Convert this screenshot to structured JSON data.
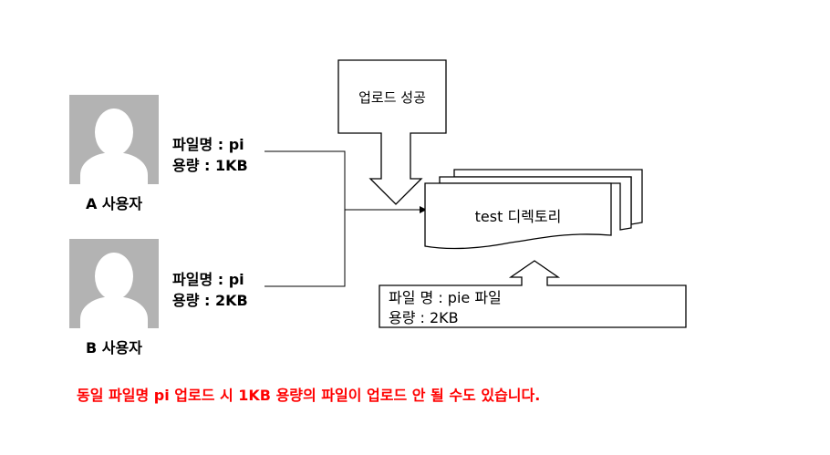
{
  "users": [
    {
      "name": "A 사용자",
      "file_name_line": "파일명 : pi",
      "size_line": "용량 : 1KB"
    },
    {
      "name": "B 사용자",
      "file_name_line": "파일명 : pi",
      "size_line": "용량 : 2KB"
    }
  ],
  "callout": {
    "label": "업로드 성공"
  },
  "directory": {
    "label": "test  디렉토리"
  },
  "stored_file": {
    "name_line": "파일 명 : pie 파일",
    "size_line": "용량 : 2KB"
  },
  "warning": {
    "text": "동일 파일명 pi 업로드 시 1KB 용량의 파일이 업로드 안 될 수도 있습니다."
  },
  "colors": {
    "avatar_bg": "#b3b3b3",
    "avatar_fg": "#ffffff",
    "warning": "#ff0000",
    "line": "#000000"
  },
  "icons": [
    "user-avatar-icon",
    "down-arrow-icon",
    "up-arrow-icon",
    "stacked-documents-icon"
  ]
}
